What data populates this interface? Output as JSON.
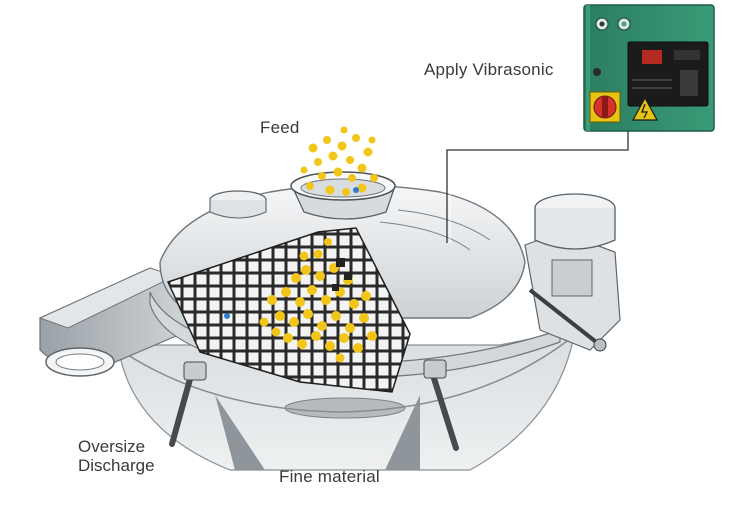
{
  "labels": {
    "feed": "Feed",
    "apply_vibrasonic": "Apply Vibrasonic",
    "oversize_discharge_line1": "Oversize",
    "oversize_discharge_line2": "Discharge",
    "fine_material": "Fine material"
  },
  "colors": {
    "control_box": "#2f8a6a",
    "panel": "#1b1b1b",
    "machine_light": "#e9ecee",
    "machine_mid": "#c9ced2",
    "mesh": "#2c2c2c",
    "particles": "#f2c619",
    "warning": "#e7c413",
    "switch_red": "#d7332a"
  },
  "icons": [
    "power-switch-icon",
    "warning-triangle-icon",
    "indicator-lamp-icon"
  ]
}
